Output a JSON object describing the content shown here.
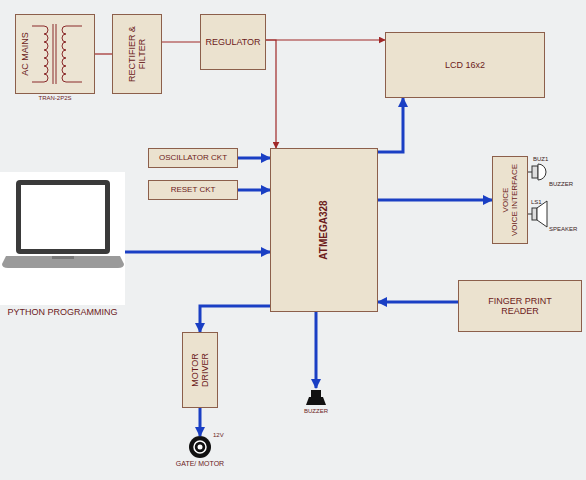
{
  "diagram": {
    "nodes": [
      {
        "text": [
          "AC MAINS",
          "TRAN-2P2S"
        ]
      },
      {
        "text": [
          "RECTIFIER & FILTER"
        ]
      },
      {
        "text": [
          "REGULATOR"
        ]
      },
      {
        "text": [
          "LCD 16x2"
        ]
      },
      {
        "text": [
          "OSCILLATOR CKT"
        ]
      },
      {
        "text": [
          "RESET CKT"
        ]
      },
      {
        "text": [
          "ATMEGA328"
        ]
      },
      {
        "text": [
          "VOICE",
          "VOICE INTERFACE"
        ]
      },
      {
        "text": [
          "PYTHON PROGRAMMING"
        ]
      },
      {
        "text": [
          "FINGER PRINT READER"
        ]
      },
      {
        "text": [
          "MOTOR DRIVER"
        ]
      },
      {
        "text": [
          "12V",
          "GATE/ MOTOR"
        ]
      },
      {
        "text": [
          "BUZZER"
        ]
      }
    ],
    "edges": [
      {
        "from": 0,
        "to": 1,
        "arrow": "none"
      },
      {
        "from": 1,
        "to": 2,
        "arrow": "none"
      },
      {
        "from": 2,
        "to": 3,
        "arrow": "to"
      },
      {
        "from": 2,
        "to": 6,
        "arrow": "to"
      },
      {
        "from": 4,
        "to": 6,
        "arrow": "to"
      },
      {
        "from": 5,
        "to": 6,
        "arrow": "to"
      },
      {
        "from": 6,
        "to": 3,
        "arrow": "to"
      },
      {
        "from": 6,
        "to": 7,
        "arrow": "to"
      },
      {
        "from": 8,
        "to": 6,
        "arrow": "to"
      },
      {
        "from": 9,
        "to": 6,
        "arrow": "to"
      },
      {
        "from": 6,
        "to": 10,
        "arrow": "to"
      },
      {
        "from": 10,
        "to": 11,
        "arrow": "to"
      },
      {
        "from": 6,
        "to": 12,
        "arrow": "to"
      }
    ],
    "labels": [
      "BUZ1",
      "BUZZER",
      "LS1",
      "SPEAKER"
    ]
  }
}
